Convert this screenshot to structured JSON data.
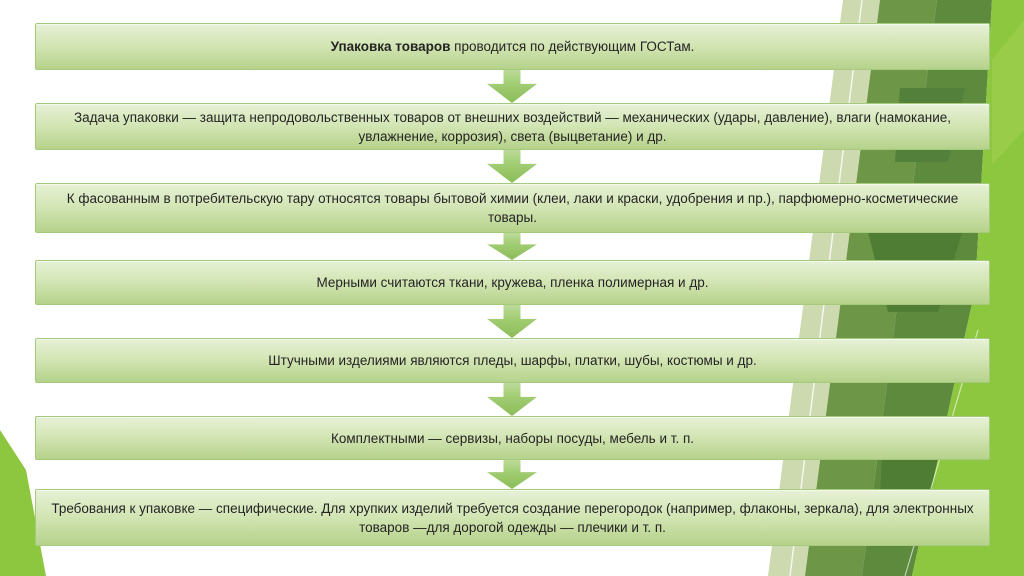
{
  "slide": {
    "type": "presentation-flow-list",
    "boxes": [
      {
        "bold": "Упаковка товаров",
        "text": " проводится по действующим ГОСТам."
      },
      {
        "bold": "",
        "text": "Задача упаковки — защита непродовольственных товаров от внешних воздействий — механических (удары, давление), влаги (намокание, увлажнение, коррозия), света (выцветание) и др."
      },
      {
        "bold": "",
        "text": "К фасованным в потребительскую тару относятся товары бытовой химии (клеи, лаки и краски, удобрения и пр.), парфюмерно-косметические товары."
      },
      {
        "bold": "",
        "text": "Мерными считаются ткани, кружева, пленка полимерная и др."
      },
      {
        "bold": "",
        "text": "Штучными изделиями являются пледы, шарфы, платки, шубы, костюмы и др."
      },
      {
        "bold": "",
        "text": "Комплектными — сервизы, наборы посуды, мебель и т. п."
      },
      {
        "bold": "",
        "text": "Требования к упаковке — специфические. Для хрупких изделий требуется создание перегородок (например, флаконы, зеркала), для электронных товаров —для дорогой одежды — плечики и т. п."
      }
    ],
    "colors": {
      "box_gradient_top": "#e6f1d6",
      "box_gradient_bottom": "#b6d28b",
      "box_border": "#a6ca7d",
      "arrow_green": "#8abd57",
      "bright_green_band": "#8dc63f",
      "dark_facet": "#4e7d33",
      "olive_facet": "#6d9747",
      "sage_facet": "#cdd9af",
      "text": "#242424"
    }
  }
}
